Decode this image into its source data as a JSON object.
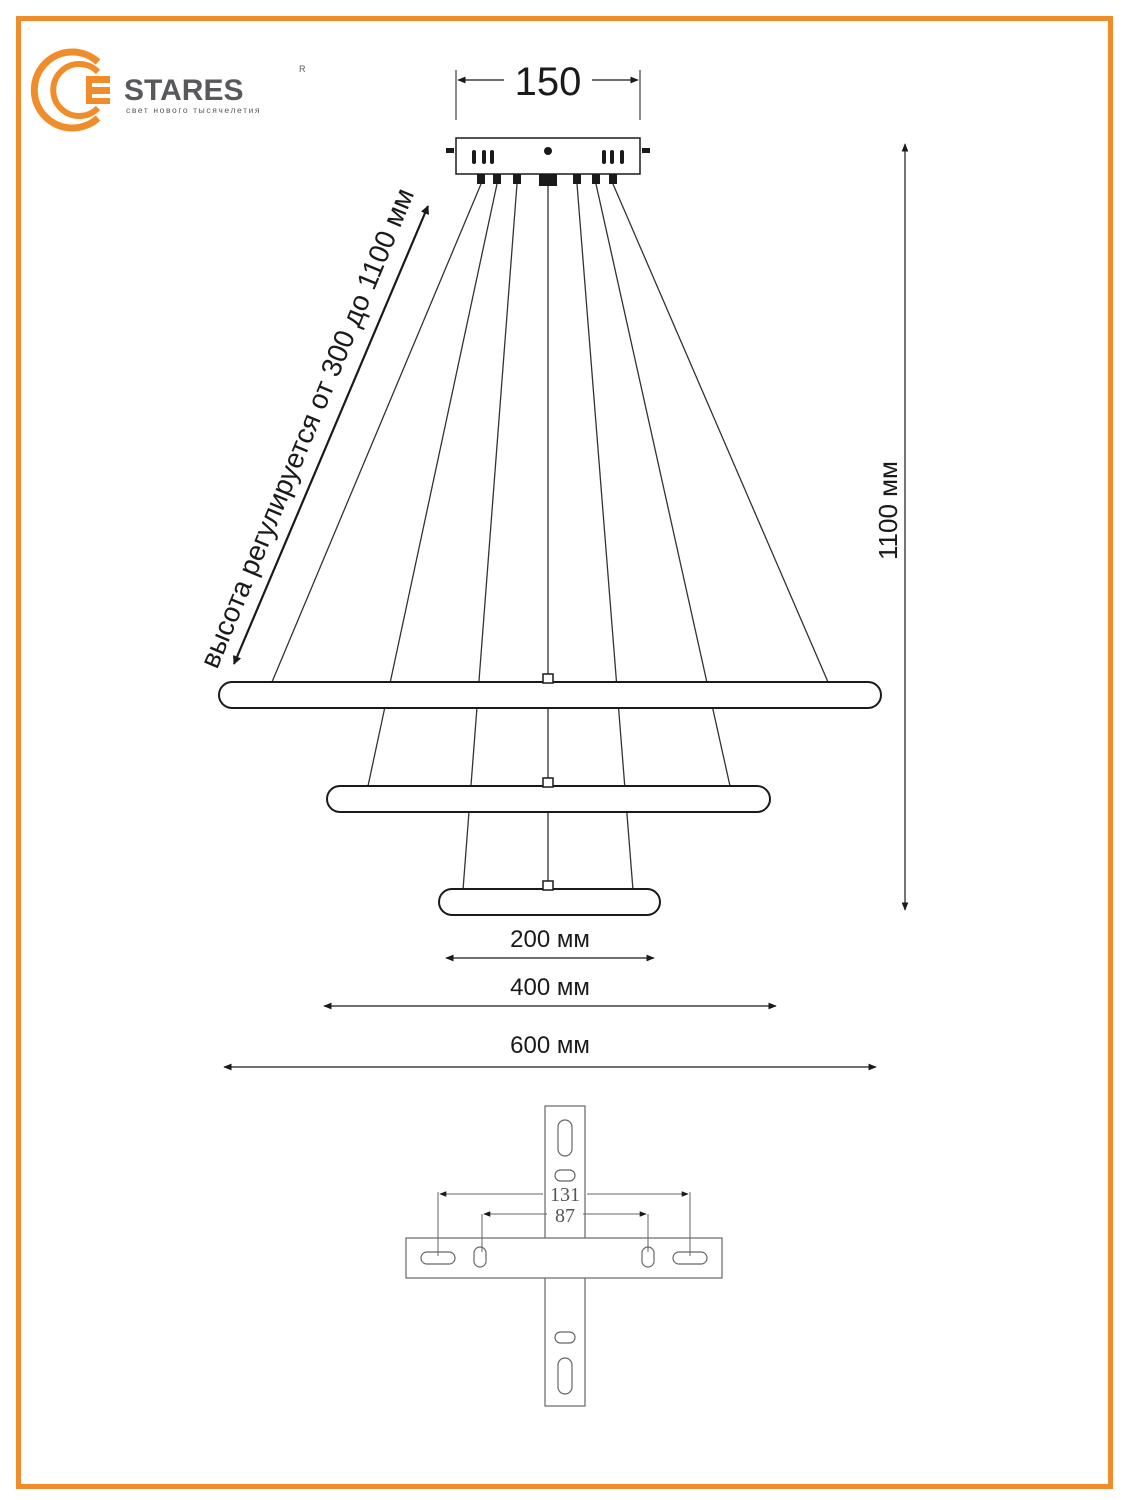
{
  "brand": {
    "name": "ESTARES",
    "name_tail": "STARES",
    "registered": "R",
    "tagline": "свет нового тысячелетия",
    "accent_color": "#f08d2a"
  },
  "dimensions": {
    "canopy_width": "150",
    "height_adjust": "высота регулируется от 300 до 1100 мм",
    "total_height": "1100 мм",
    "ring_small": "200 мм",
    "ring_medium": "400 мм",
    "ring_large": "600 мм"
  },
  "bracket": {
    "outer_spacing": "131",
    "inner_spacing": "87"
  }
}
